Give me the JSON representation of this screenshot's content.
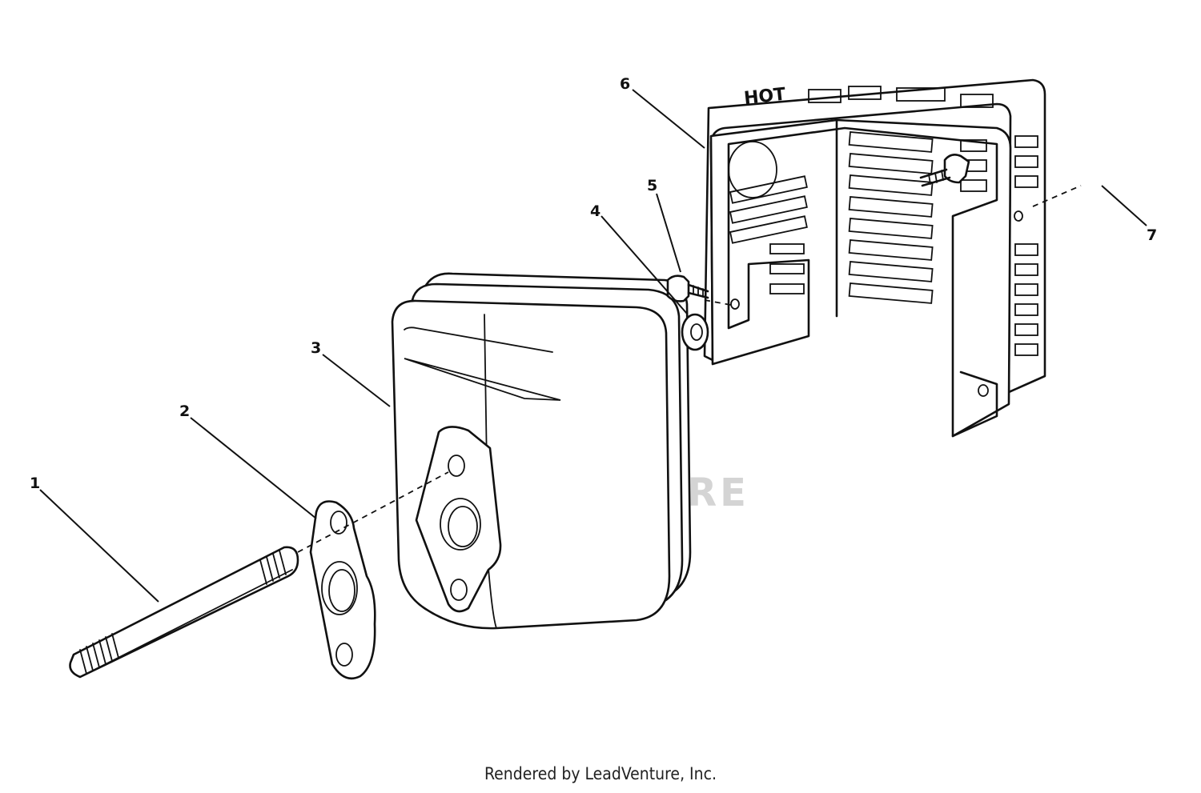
{
  "callouts": [
    "1",
    "2",
    "3",
    "4",
    "5",
    "6",
    "7"
  ],
  "shield_text": "HOT",
  "watermark": "LEADVENTURE",
  "footer": "Rendered by LeadVenture, Inc."
}
